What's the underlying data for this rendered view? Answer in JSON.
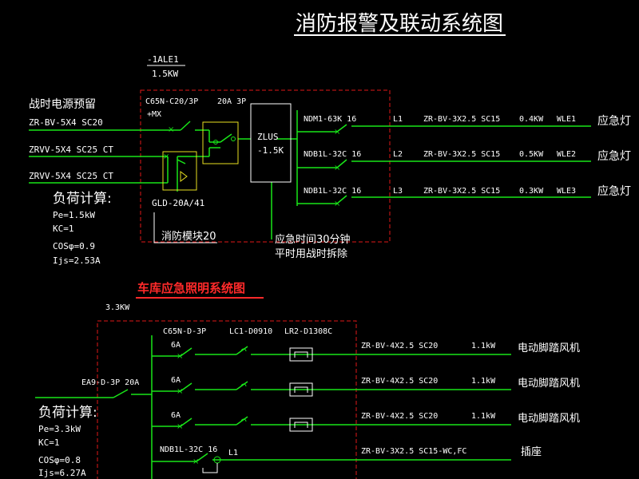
{
  "title": "消防报警及联动系统图",
  "colors": {
    "wire": "#19e619",
    "frame": "#e01818",
    "text": "#ffffff",
    "yellow": "#e8e020",
    "subtitle": "#ff2a2a"
  },
  "top": {
    "panel_id": "-1ALE1",
    "panel_power": "1.5KW",
    "source_label": "战时电源预留",
    "incoming": [
      "ZR-BV-5X4 SC20",
      "ZRVV-5X4 SC25 CT",
      "ZRVV-5X4 SC25 CT"
    ],
    "breaker_main": "C65N-C20/3P",
    "breaker_mx": "+MX",
    "switch_label": "20A 3P",
    "ups_label": [
      "ZLUS",
      "-1.5K"
    ],
    "module_label": "GLD-20A/41",
    "fire_module": "消防模块20",
    "load_calc": {
      "title": "负荷计算:",
      "pe": "Pe=1.5kW",
      "kc": "KC=1",
      "cos": "COSφ=0.9",
      "ijs": "Ijs=2.53A"
    },
    "note": [
      "应急时间30分钟",
      "平时用战时拆除"
    ],
    "circuits": [
      {
        "breaker": "NDM1-63K 16",
        "phase": "L1",
        "cable": "ZR-BV-3X2.5 SC15",
        "power": "0.4KW",
        "id": "WLE1",
        "load": "应急灯"
      },
      {
        "breaker": "NDB1L-32C 16",
        "phase": "L2",
        "cable": "ZR-BV-3X2.5 SC15",
        "power": "0.5KW",
        "id": "WLE2",
        "load": "应急灯"
      },
      {
        "breaker": "NDB1L-32C 16",
        "phase": "L3",
        "cable": "ZR-BV-3X2.5 SC15",
        "power": "0.3KW",
        "id": "WLE3",
        "load": "应急灯"
      }
    ]
  },
  "bottom": {
    "subtitle": "车库应急照明系统图",
    "panel_power": "3.3KW",
    "main_breaker": "EA9-D-3P 20A",
    "col_headers": [
      "C65N-D-3P",
      "LC1-D0910",
      "LR2-D1308C"
    ],
    "load_calc": {
      "title": "负荷计算:",
      "pe": "Pe=3.3kW",
      "kc": "KC=1",
      "cos": "COSφ=0.8",
      "ijs": "Ijs=6.27A"
    },
    "circuits": [
      {
        "rating": "6A",
        "cable": "ZR-BV-4X2.5 SC20",
        "power": "1.1kW",
        "load": "电动脚踏风机"
      },
      {
        "rating": "6A",
        "cable": "ZR-BV-4X2.5 SC20",
        "power": "1.1kW",
        "load": "电动脚踏风机"
      },
      {
        "rating": "6A",
        "cable": "ZR-BV-4X2.5 SC20",
        "power": "1.1kW",
        "load": "电动脚踏风机"
      }
    ],
    "socket": {
      "breaker": "NDB1L-32C 16",
      "phase": "L1",
      "cable": "ZR-BV-3X2.5 SC15-WC,FC",
      "load": "插座"
    }
  }
}
